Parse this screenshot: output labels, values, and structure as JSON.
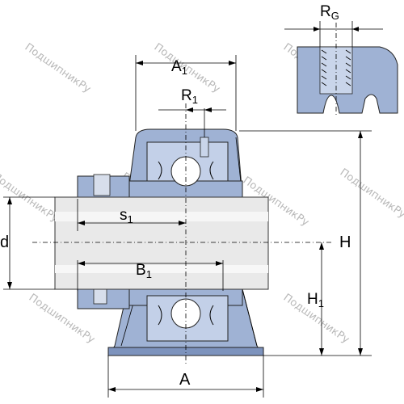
{
  "labels": {
    "rg": "R",
    "rg_sub": "G",
    "a1": "A",
    "a1_sub": "1",
    "r1": "R",
    "r1_sub": "1",
    "s1": "s",
    "s1_sub": "1",
    "b1": "B",
    "b1_sub": "1",
    "d": "d",
    "h": "H",
    "h1": "H",
    "h1_sub": "1",
    "a": "A"
  },
  "watermark": "ПодшипникРу",
  "colors": {
    "housing": "#9fb2d4",
    "housing_dark": "#7d93bd",
    "shaft": "#e9e9e9",
    "watermark": "#b9b9b9"
  }
}
